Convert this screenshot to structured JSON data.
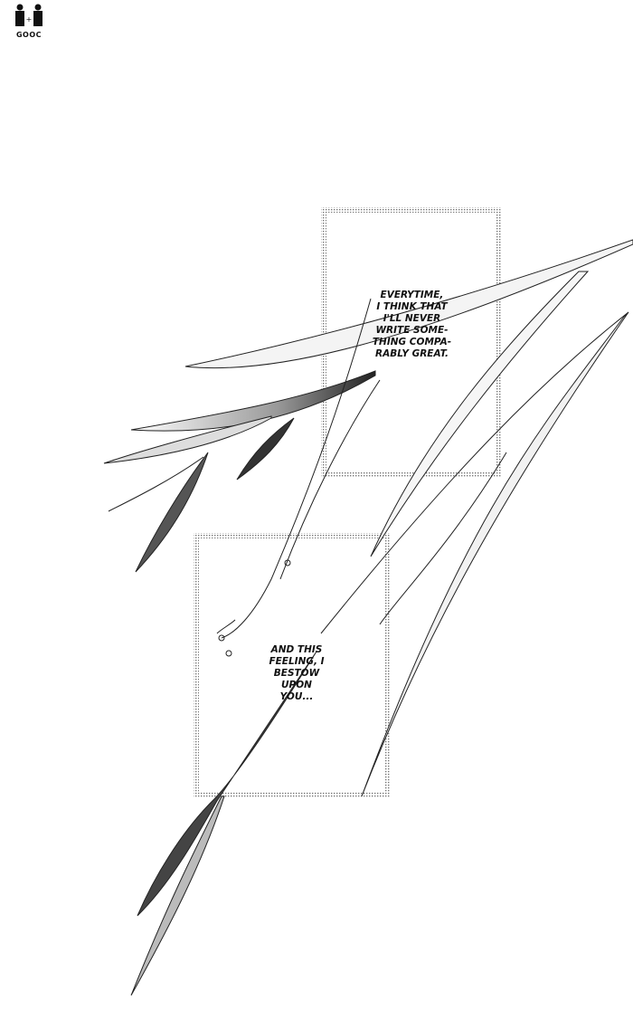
{
  "logo": {
    "text": "GOOC"
  },
  "captions": [
    {
      "lines": [
        "EVERYTIME,",
        "I THINK THAT",
        "I'LL NEVER",
        "WRITE SOME-",
        "THING COMPA-",
        "RABLY GREAT."
      ]
    },
    {
      "lines": [
        "AND THIS",
        "FEELING, I",
        "BESTOW",
        "UPON",
        "YOU..."
      ]
    }
  ]
}
